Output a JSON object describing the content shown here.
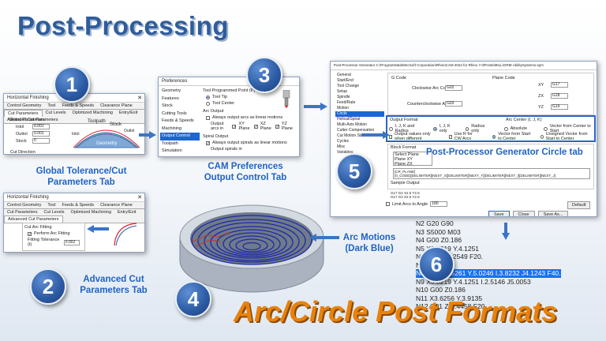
{
  "title": "Post-Processing",
  "footer": "Arc/Circle Post Formats",
  "badges": [
    "1",
    "2",
    "3",
    "4",
    "5",
    "6"
  ],
  "captions": {
    "c1a": "Global Tolerance/Cut",
    "c1b": "Parameters Tab",
    "c2a": "Advanced Cut",
    "c2b": "Parameters Tab",
    "c3a": "CAM Preferences",
    "c3b": "Output Control Tab",
    "c4a": "Arc Motions",
    "c4b": "(Dark Blue)",
    "c5": "Post-Processor Generator Circle tab"
  },
  "win1": {
    "title": "Horizontal Finishing",
    "tabs1": [
      "Control Geometry",
      "Tool",
      "Feeds & Speeds",
      "Clearance Plane"
    ],
    "tabs2": [
      "Cut Parameters",
      "Cut Levels",
      "Optimized Machining",
      "Entry/Exit",
      "Advanced Cut Parameters"
    ],
    "group": "Global Parameters",
    "fields": [
      {
        "label": "Intol",
        "value": "0.001"
      },
      {
        "label": "Outtol",
        "value": "0.001"
      },
      {
        "label": "Stock",
        "value": "0"
      }
    ],
    "toolpath": "Toolpath",
    "stock": "Stock",
    "intol": "Intol",
    "outtol": "Outtol",
    "geometry": "Geometry",
    "cutdir": "Cut Direction"
  },
  "win2": {
    "title": "Horizontal Finishing",
    "tabs1": [
      "Control Geometry",
      "Tool",
      "Feeds & Speeds",
      "Clearance Plane"
    ],
    "tabs2": [
      "Cut Parameters",
      "Cut Levels",
      "Optimized Machining",
      "Entry/Exit",
      "Advanced Cut Parameters"
    ],
    "group": "Cut Arc Fitting",
    "check": "Perform Arc Fitting",
    "fitlabel": "Fitting Tolerance (t)",
    "fitvalue": "0.002"
  },
  "win3": {
    "title": "Preferences",
    "nav": [
      "Geometry",
      "Features",
      "Stock",
      "Cutting Tools",
      "Feeds & Speeds",
      "Machining",
      "Output Control",
      "Toolpath",
      "Simulation"
    ],
    "tpp": "Tool Programmed Point (P)",
    "tooltip": "Tool Tip",
    "toolcenter": "Tool Center",
    "arc": "Arc Output",
    "arc_chk": "Always output arcs as linear motions",
    "arc_as": "Output arcs in",
    "planes": [
      "XY Plane",
      "XZ Plane",
      "YZ Plane"
    ],
    "spiral": "Spiral Output",
    "spiral_chk": "Always output spirals as linear motions",
    "spiral_as": "Output spirals in"
  },
  "win5": {
    "title": "Post-Processor Generator",
    "path": "C:\\ProgramData\\MecSoft Corporation\\RhinoCAM 2022 for Rhino 7.0\\Posts\\MILL\\GRM-AbilitySystems.spm",
    "tree": [
      "General",
      "Start/End",
      "Tool Change",
      "Setup",
      "Spindle",
      "Feed/Rate",
      "Motion",
      "Circle",
      "Helical/Spiral",
      "Multi-Axis Motion",
      "Cutter Compensation",
      "Cut Motion Start/End",
      "Cycles",
      "Misc",
      "Variables"
    ],
    "gcode_hdr": "G Code",
    "plane_hdr": "Plane Code",
    "cw": "Clockwise Arc Code",
    "cw_v": "G02",
    "ccw": "Counterclockwise Arc Code",
    "ccw_v": "G03",
    "planes": [
      {
        "label": "XY",
        "value": "G17"
      },
      {
        "label": "ZX",
        "value": "G18"
      },
      {
        "label": "YZ",
        "value": "G19"
      }
    ],
    "out_fmt": "Output Format",
    "arc_center": "Arc Center (I, J, K)",
    "opts": [
      "I, J, K and Radius",
      "I, J, K only",
      "Radius only"
    ],
    "opts2": [
      "Absolute",
      "Vector from Center to Start"
    ],
    "opts3": [
      "Output values only when different",
      "Use R for CW Arcs"
    ],
    "opts4": [
      "Vector from Start to Center",
      "Unsigned Vector from Start to Center"
    ],
    "block": "Block Format",
    "block_items": [
      "Select Plane",
      "Plane XY",
      "Plane ZX"
    ],
    "block_line": "[CR_PLANE]",
    "block_line2": "[0_CODE][DELIMITER][NEXT_X][DELIMITER][NEXT_Y][DELIMITER][NEXT_I][DELIMITER][NEXT_J]",
    "sample": "Sample Output",
    "sample_l": [
      "G17 G2 X2.0 Y2.5",
      "G17 G3 X2.0 Y2.5"
    ],
    "limit": "Limit Arcs to Angle",
    "limit_v": "180",
    "buttons": [
      "Save",
      "Close",
      "Save As...",
      "Default"
    ]
  },
  "gcode": [
    "N2 G20 G90",
    "N3 S5000 M03",
    "N4 G00 Z0.186",
    "N5 X3.8219 Y.4.1251",
    "N6 G01 Z-0.2549 F20.",
    "N7 G17",
    "N8 G03 X2.5261 Y.5.0246 I.3.8232 J4.1243 F40.",
    "N9 X3.8219 Y.4.1251 I.2.5146 J5.0053",
    "N10 G00 Z0.186",
    "N11 X3.6256 Y.3.9135",
    "N12 G01 Z-0.4458 F20."
  ]
}
